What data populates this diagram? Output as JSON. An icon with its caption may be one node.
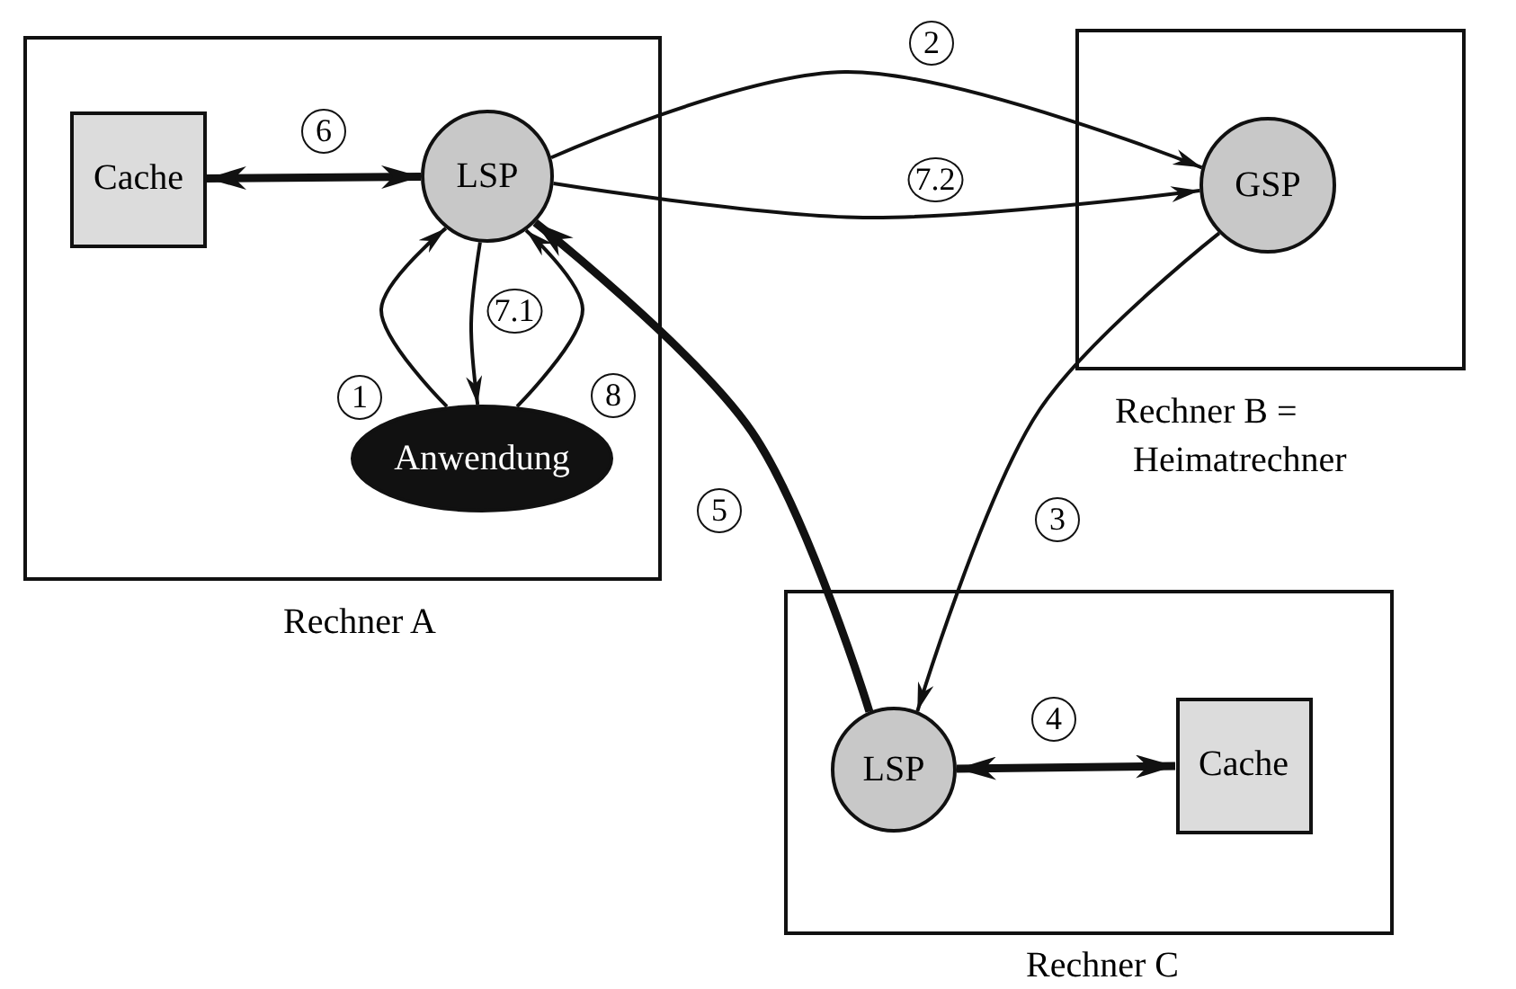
{
  "diagram": {
    "nodes": [
      {
        "text": [
          "Rechner A"
        ]
      },
      {
        "text": [
          "Cache"
        ],
        "in": 0
      },
      {
        "text": [
          "LSP"
        ],
        "in": 0
      },
      {
        "text": [
          "Anwendung"
        ],
        "in": 0
      },
      {
        "text": [
          "Rechner B = Heimatrechner"
        ]
      },
      {
        "text": [
          "GSP"
        ],
        "in": 4
      },
      {
        "text": [
          "Rechner C"
        ]
      },
      {
        "text": [
          "LSP"
        ],
        "in": 6
      },
      {
        "text": [
          "Cache"
        ],
        "in": 6
      }
    ],
    "edges": [
      {
        "from": 3,
        "to": 2,
        "arrow": "to",
        "label": "1"
      },
      {
        "from": 2,
        "to": 5,
        "arrow": "to",
        "label": "2"
      },
      {
        "from": 5,
        "to": 7,
        "arrow": "to",
        "label": "3"
      },
      {
        "from": 7,
        "to": 8,
        "arrow": "both",
        "label": "4",
        "style": "thick"
      },
      {
        "from": 7,
        "to": 2,
        "arrow": "to",
        "label": "5",
        "style": "thick"
      },
      {
        "from": 1,
        "to": 2,
        "arrow": "both",
        "label": "6",
        "style": "thick"
      },
      {
        "from": 2,
        "to": 3,
        "arrow": "to",
        "label": "7.1"
      },
      {
        "from": 2,
        "to": 5,
        "arrow": "to",
        "label": "7.2"
      },
      {
        "from": 3,
        "to": 2,
        "arrow": "to",
        "label": "8"
      }
    ]
  }
}
